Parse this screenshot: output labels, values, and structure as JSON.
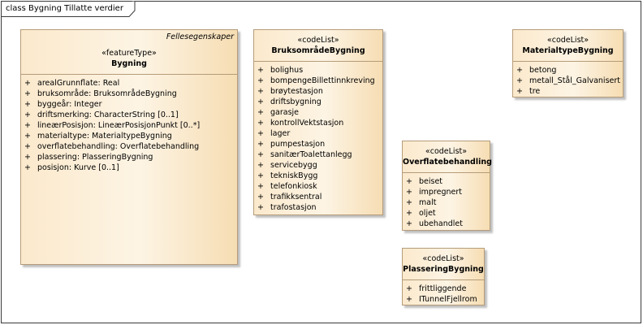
{
  "frame": {
    "title": "class Bygning Tillatte verdier"
  },
  "classes": {
    "bygning": {
      "tag": "Fellesegenskaper",
      "stereotype": "«featureType»",
      "name": "Bygning",
      "attributes": [
        {
          "vis": "+",
          "text": "arealGrunnflate: Real"
        },
        {
          "vis": "+",
          "text": "bruksområde: BruksområdeBygning"
        },
        {
          "vis": "+",
          "text": "byggeår: Integer"
        },
        {
          "vis": "+",
          "text": "driftsmerking: CharacterString [0..1]"
        },
        {
          "vis": "+",
          "text": "lineærPosisjon: LineærPosisjonPunkt [0..*]"
        },
        {
          "vis": "+",
          "text": "materialtype: MaterialtypeBygning"
        },
        {
          "vis": "+",
          "text": "overflatebehandling: Overflatebehandling"
        },
        {
          "vis": "+",
          "text": "plassering: PlasseringBygning"
        },
        {
          "vis": "+",
          "text": "posisjon: Kurve [0..1]"
        }
      ]
    },
    "bruksomrade": {
      "stereotype": "«codeList»",
      "name": "BruksområdeBygning",
      "attributes": [
        {
          "vis": "+",
          "text": "bolighus"
        },
        {
          "vis": "+",
          "text": "bompengeBillettinnkreving"
        },
        {
          "vis": "+",
          "text": "brøytestasjon"
        },
        {
          "vis": "+",
          "text": "driftsbygning"
        },
        {
          "vis": "+",
          "text": "garasje"
        },
        {
          "vis": "+",
          "text": "kontrollVektstasjon"
        },
        {
          "vis": "+",
          "text": "lager"
        },
        {
          "vis": "+",
          "text": "pumpestasjon"
        },
        {
          "vis": "+",
          "text": "sanitærToalettanlegg"
        },
        {
          "vis": "+",
          "text": "servicebygg"
        },
        {
          "vis": "+",
          "text": "tekniskBygg"
        },
        {
          "vis": "+",
          "text": "telefonkiosk"
        },
        {
          "vis": "+",
          "text": "trafikksentral"
        },
        {
          "vis": "+",
          "text": "trafostasjon"
        }
      ]
    },
    "materialtype": {
      "stereotype": "«codeList»",
      "name": "MaterialtypeBygning",
      "attributes": [
        {
          "vis": "+",
          "text": "betong"
        },
        {
          "vis": "+",
          "text": "metall_Stål_Galvanisert"
        },
        {
          "vis": "+",
          "text": "tre"
        }
      ]
    },
    "overflate": {
      "stereotype": "«codeList»",
      "name": "Overflatebehandling",
      "attributes": [
        {
          "vis": "+",
          "text": "beiset"
        },
        {
          "vis": "+",
          "text": "impregnert"
        },
        {
          "vis": "+",
          "text": "malt"
        },
        {
          "vis": "+",
          "text": "oljet"
        },
        {
          "vis": "+",
          "text": "ubehandlet"
        }
      ]
    },
    "plassering": {
      "stereotype": "«codeList»",
      "name": "PlasseringBygning",
      "attributes": [
        {
          "vis": "+",
          "text": "frittliggende"
        },
        {
          "vis": "+",
          "text": "ITunnelFjellrom"
        }
      ]
    }
  }
}
